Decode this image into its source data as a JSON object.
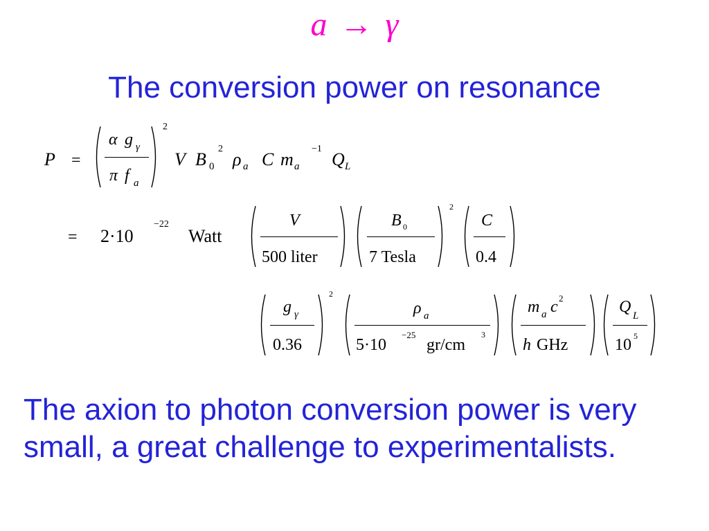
{
  "title": {
    "lhs": "a",
    "arrow": "→",
    "rhs": "γ"
  },
  "subtitle": "The conversion power on resonance",
  "formula": {
    "line1": {
      "lhs": "P",
      "equals": "=",
      "frac_num_alpha": "α",
      "frac_num_g": "g",
      "frac_num_g_sub": "γ",
      "frac_den_pi": "π",
      "frac_den_f": "f",
      "frac_den_f_sub": "a",
      "power": "2",
      "V": "V",
      "B": "B",
      "B_sub": "0",
      "B_sup": "2",
      "rho": "ρ",
      "rho_sub": "a",
      "C": "C",
      "m": "m",
      "m_sub": "a",
      "m_sup": "−1",
      "Q": "Q",
      "Q_sub": "L"
    },
    "line2": {
      "equals": "=",
      "coef": "2·10",
      "coef_exp": "−22",
      "unit": "Watt",
      "f1_num": "V",
      "f1_den": "500 liter",
      "f2_num": "B",
      "f2_num_sub": "0",
      "f2_den": "7 Tesla",
      "f2_power": "2",
      "f3_num": "C",
      "f3_den": "0.4"
    },
    "line3": {
      "f4_num": "g",
      "f4_num_sub": "γ",
      "f4_den": "0.36",
      "f4_power": "2",
      "f5_num": "ρ",
      "f5_num_sub": "a",
      "f5_den_coef": "5·10",
      "f5_den_exp": "−25",
      "f5_den_unit": "gr/cm",
      "f5_den_unit_sup": "3",
      "f6_num_m": "m",
      "f6_num_m_sub": "a",
      "f6_num_c": "c",
      "f6_num_c_sup": "2",
      "f6_den_h": "h",
      "f6_den_unit": "GHz",
      "f7_num": "Q",
      "f7_num_sub": "L",
      "f7_den": "10",
      "f7_den_sup": "5"
    }
  },
  "conclusion": "The axion to photon conversion power is very small, a great challenge to experimentalists.",
  "colors": {
    "title": "#ff00cc",
    "text": "#2323d8",
    "formula": "#000000"
  }
}
